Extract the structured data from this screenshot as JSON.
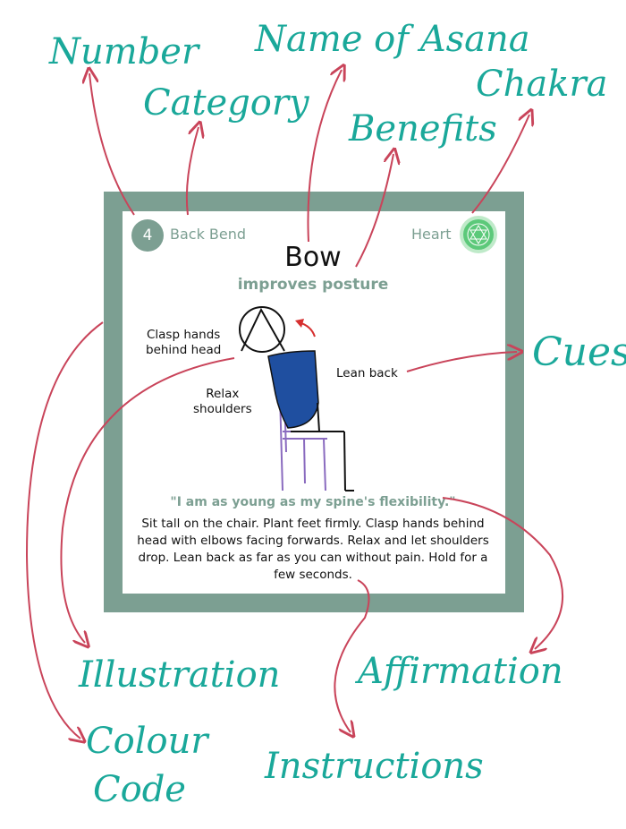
{
  "annotations": {
    "number": "Number",
    "category": "Category",
    "name_of_asana": "Name of Asana",
    "benefits": "Benefits",
    "chakra": "Chakra",
    "cues": "Cues",
    "illustration": "Illustration",
    "affirmation": "Affirmation",
    "colour": "Colour",
    "code": "Code",
    "instructions": "Instructions"
  },
  "card": {
    "number": "4",
    "category": "Back Bend",
    "chakra": "Heart",
    "name": "Bow",
    "benefit": "improves posture",
    "cues": {
      "clasp_line1": "Clasp hands",
      "clasp_line2": "behind head",
      "relax_line1": "Relax",
      "relax_line2": "shoulders",
      "lean": "Lean back"
    },
    "affirmation": "\"I am as young as my spine's flexibility.\"",
    "instructions": "Sit tall on the chair. Plant feet firmly. Clasp hands behind head with elbows facing forwards. Relax and let shoulders drop. Lean back as far as you can without pain. Hold for a few seconds."
  },
  "colors": {
    "frame": "#7c9f92",
    "annotation_text": "#1aa89a",
    "arrows": "#c9445a",
    "figure_body": "#1f4fa0",
    "chair": "#8a6bbf",
    "chakra_icon": "#5cc97a"
  }
}
